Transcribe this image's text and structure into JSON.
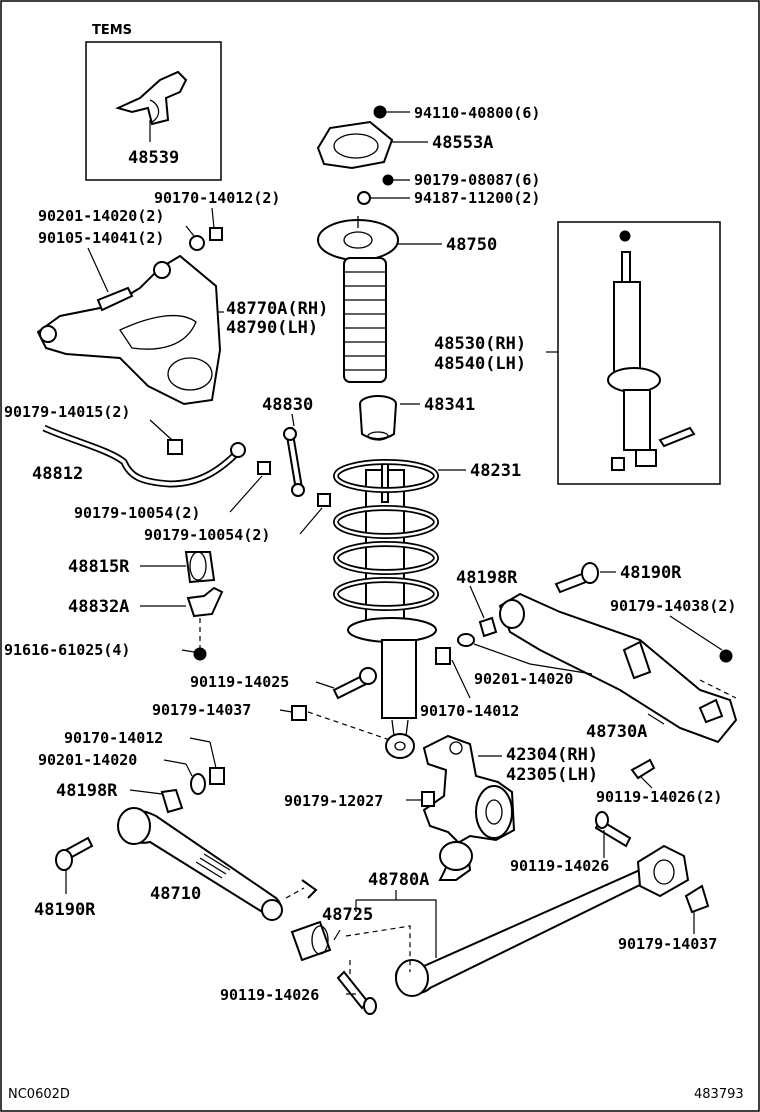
{
  "inset_title": "TEMS",
  "labels": {
    "p48539": "48539",
    "p94110": "94110-40800(6)",
    "p48553A": "48553A",
    "p90179_08087": "90179-08087(6)",
    "p94187": "94187-11200(2)",
    "p48750": "48750",
    "p90170_14012a": "90170-14012(2)",
    "p90201_14020a": "90201-14020(2)",
    "p90105": "90105-14041(2)",
    "p48770A": "48770A(RH)",
    "p48790": "48790(LH)",
    "p48530": "48530(RH)",
    "p48540": "48540(LH)",
    "p90179_14015": "90179-14015(2)",
    "p48830": "48830",
    "p48341": "48341",
    "p48812": "48812",
    "p48231": "48231",
    "p90179_10054a": "90179-10054(2)",
    "p90179_10054b": "90179-10054(2)",
    "p48815R": "48815R",
    "p48198Ra": "48198R",
    "p48190Ra": "48190R",
    "p48832A": "48832A",
    "p90179_14038": "90179-14038(2)",
    "p91616": "91616-61025(4)",
    "p90201_14020b": "90201-14020",
    "p90119_14025": "90119-14025",
    "p90179_14037a": "90179-14037",
    "p90170_14012b": "90170-14012",
    "p48730A": "48730A",
    "p90170_14012c": "90170-14012",
    "p42304": "42304(RH)",
    "p42305": "42305(LH)",
    "p90201_14020c": "90201-14020",
    "p48198Rb": "48198R",
    "p90119_14026a": "90119-14026(2)",
    "p90179_12027": "90179-12027",
    "p90119_14026b": "90119-14026",
    "p48190Rb": "48190R",
    "p48710": "48710",
    "p48780A": "48780A",
    "p48725": "48725",
    "p90179_14037b": "90179-14037",
    "p90119_14026c": "90119-14026"
  },
  "footer": {
    "left_code": "NC0602D",
    "right_code": "483793"
  }
}
